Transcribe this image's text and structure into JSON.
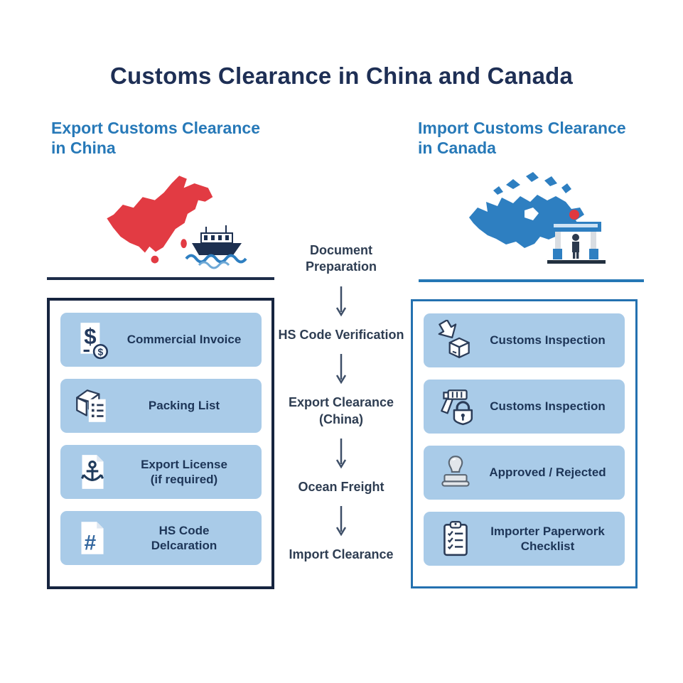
{
  "title": "Customs Clearance in China and Canada",
  "left_section": {
    "heading": "Export Customs Clearance\nin China",
    "map": "china-map-red-with-cargo-ship",
    "items": [
      {
        "icon": "invoice-dollar-icon",
        "label": "Commercial Invoice"
      },
      {
        "icon": "packing-box-list-icon",
        "label": "Packing List"
      },
      {
        "icon": "anchor-document-icon",
        "label": "Export License\n(if required)"
      },
      {
        "icon": "hash-document-icon",
        "label": "HS Code\nDelcaration"
      }
    ]
  },
  "right_section": {
    "heading": "Import Customs Clearance\nin Canada",
    "map": "canada-map-blue-with-customs-gate",
    "items": [
      {
        "icon": "open-box-arrow-icon",
        "label": "Customs Inspection"
      },
      {
        "icon": "scanner-lock-icon",
        "label": "Customs Inspection"
      },
      {
        "icon": "stamp-icon",
        "label": "Approved / Rejected"
      },
      {
        "icon": "clipboard-checklist-icon",
        "label": "Importer Paperwork\nChecklist"
      }
    ]
  },
  "flow": {
    "steps": [
      "Document\nPreparation",
      "HS Code Verification",
      "Export Clearance\n(China)",
      "Ocean Freight",
      "Import Clearance"
    ]
  },
  "colors": {
    "title_navy": "#1e2f55",
    "heading_blue": "#2779b8",
    "item_bg_blue": "#a9cbe8",
    "left_border_navy": "#16243f",
    "right_border_blue": "#2471b0",
    "china_red": "#e23b43",
    "canada_blue": "#2e7fc1",
    "alert_red": "#e0393f"
  }
}
